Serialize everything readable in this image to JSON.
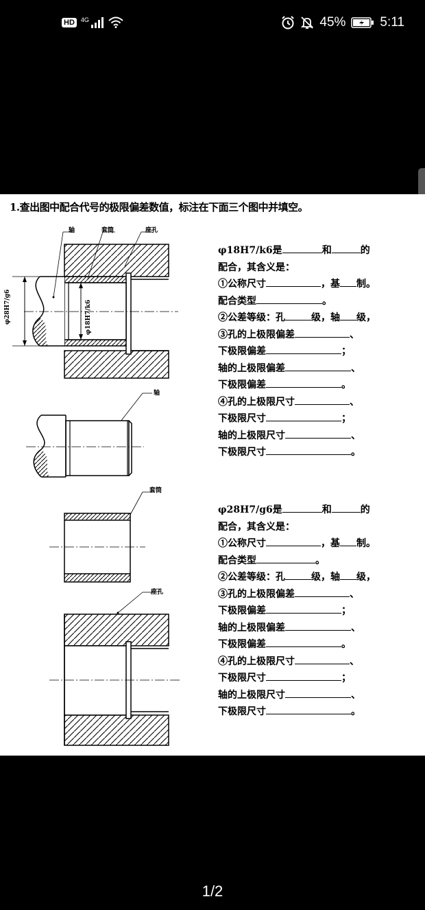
{
  "status_bar": {
    "network_type": "HD",
    "cell": "4G",
    "battery_percent": "45%",
    "time": "5:11",
    "icons": [
      "hd-icon",
      "signal-icon",
      "wifi-icon",
      "alarm-icon",
      "mute-icon",
      "battery-icon"
    ]
  },
  "document": {
    "title": "1.查出图中配合代号的极限偏差数值，标注在下面三个图中并填空。",
    "drawing_labels": {
      "shaft": "轴",
      "sleeve": "套筒",
      "seat_hole": "座孔",
      "dim_outer": "φ28H7/g6",
      "dim_inner": "φ18H7/k6",
      "shaft2": "轴",
      "sleeve2": "套筒",
      "seat_hole2": "座孔"
    },
    "question1": {
      "line1_a": "φ18H7/k6是",
      "line1_b": "和",
      "line1_c": "的",
      "line2": "配合，其含义是：",
      "line3_a": "①公称尺寸",
      "line3_b": "，基",
      "line3_c": "制。",
      "line4_a": "配合类型",
      "line4_b": "。",
      "line5_a": "②公差等级：孔",
      "line5_b": "级，轴",
      "line5_c": "级，",
      "line6_a": "③孔的上极限偏差",
      "line6_b": "、",
      "line7_a": "下极限偏差",
      "line7_b": "；",
      "line8_a": "轴的上极限偏差",
      "line8_b": "、",
      "line9_a": "下极限偏差",
      "line9_b": "。",
      "line10_a": "④孔的上极限尺寸",
      "line10_b": "、",
      "line11_a": "下极限尺寸",
      "line11_b": "；",
      "line12_a": "轴的上极限尺寸",
      "line12_b": "、",
      "line13_a": "下极限尺寸",
      "line13_b": "。"
    },
    "question2": {
      "line1_a": "φ28H7/g6是",
      "line1_b": "和",
      "line1_c": "的",
      "line2": "配合，其含义是：",
      "line3_a": "①公称尺寸",
      "line3_b": "，基",
      "line3_c": "制。",
      "line4_a": "配合类型",
      "line4_b": "。",
      "line5_a": "②公差等级：孔",
      "line5_b": "级，轴",
      "line5_c": "级，",
      "line6_a": "③孔的上极限偏差",
      "line6_b": "、",
      "line7_a": "下极限偏差",
      "line7_b": "；",
      "line8_a": "轴的上极限偏差",
      "line8_b": "、",
      "line9_a": "下极限偏差",
      "line9_b": "。",
      "line10_a": "④孔的上极限尺寸",
      "line10_b": "、",
      "line11_a": "下极限尺寸",
      "line11_b": "；",
      "line12_a": "轴的上极限尺寸",
      "line12_b": "、",
      "line13_a": "下极限尺寸",
      "line13_b": "。"
    }
  },
  "pager": {
    "label": "1/2"
  }
}
